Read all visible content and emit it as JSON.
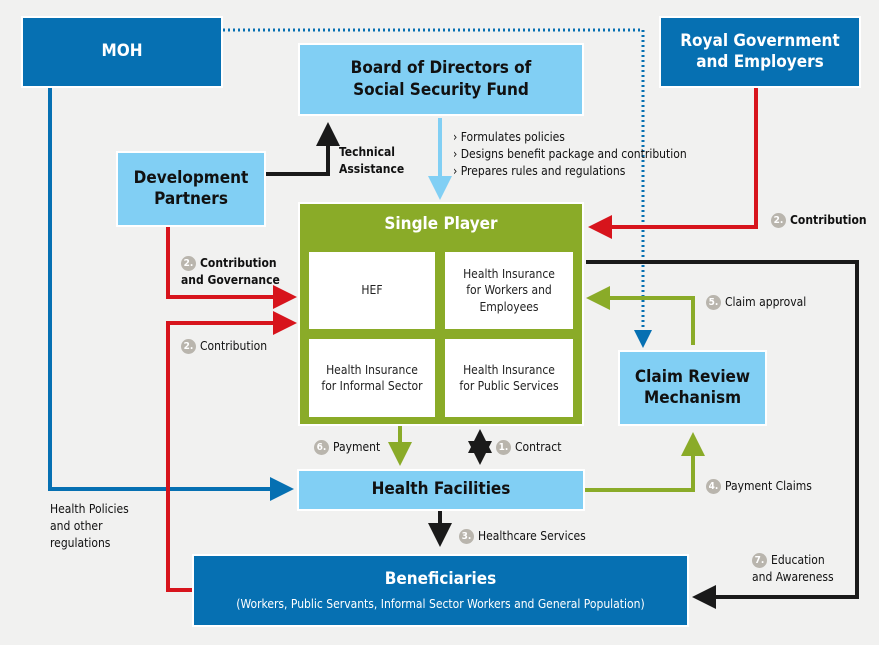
{
  "nodes": {
    "moh": "MOH",
    "royal_gov": [
      "Royal Government",
      "and Employers"
    ],
    "board": [
      "Board of Directors of",
      "Social Security Fund"
    ],
    "dev_partners": [
      "Development",
      "Partners"
    ],
    "single_player": {
      "title": "Single Player",
      "cells": [
        [
          "HEF"
        ],
        [
          "Health Insurance",
          "for Workers and",
          "Employees"
        ],
        [
          "Health Insurance",
          "for Informal Sector"
        ],
        [
          "Health Insurance",
          "for Public Services"
        ]
      ]
    },
    "claim_review": [
      "Claim Review",
      "Mechanism"
    ],
    "health_facilities": "Health Facilities",
    "beneficiaries": {
      "title": "Beneficiaries",
      "subtitle": "(Workers, Public Servants, Informal Sector Workers and General Population)"
    }
  },
  "board_functions": [
    "› Formulates policies",
    "› Designs benefit package and contribution",
    "› Prepares rules and regulations"
  ],
  "flows": {
    "technical_assistance": [
      "Technical",
      "Assistance"
    ],
    "contribution_gov": {
      "num": "2.",
      "text": "Contribution"
    },
    "contribution_governance": {
      "num": "2.",
      "text": [
        "Contribution",
        "and Governance"
      ]
    },
    "contribution_beneficiaries": {
      "num": "2.",
      "text": "Contribution"
    },
    "claim_approval": {
      "num": "5.",
      "text": "Claim approval"
    },
    "payment": {
      "num": "6.",
      "text": "Payment"
    },
    "contract": {
      "num": "1.",
      "text": "Contract"
    },
    "payment_claims": {
      "num": "4.",
      "text": "Payment Claims"
    },
    "healthcare_services": {
      "num": "3.",
      "text": "Healthcare Services"
    },
    "education": {
      "num": "7.",
      "text": [
        "Education",
        "and Awareness"
      ]
    },
    "health_policies": [
      "Health Policies",
      "and other",
      "regulations"
    ]
  },
  "colors": {
    "dark_blue": "#0670b2",
    "light_blue": "#81cff4",
    "green": "#8aab28",
    "red": "#d7141c",
    "black": "#1a1a1a",
    "number_badge": "#b9b5ad",
    "background": "#f1f1f0"
  }
}
